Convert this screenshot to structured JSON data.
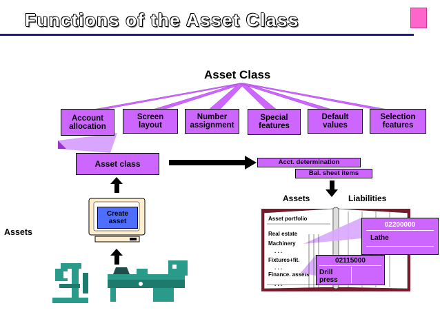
{
  "title": "Functions of the Asset Class",
  "asset_class_label": "Asset Class",
  "functions": [
    {
      "line1": "Account",
      "line2": "allocation"
    },
    {
      "line1": "Screen",
      "line2": "layout"
    },
    {
      "line1": "Number",
      "line2": "assignment"
    },
    {
      "line1": "Special",
      "line2": "features"
    },
    {
      "line1": "Default",
      "line2": "values"
    },
    {
      "line1": "Selection",
      "line2": "features"
    }
  ],
  "asset_class_box": "Asset class",
  "acct_determination": "Acct. determination",
  "bal_sheet_items": "Bal. sheet items",
  "create_asset": {
    "line1": "Create",
    "line2": "asset"
  },
  "assets_side_label": "Assets",
  "book": {
    "assets_header": "Assets",
    "liabilities_header": "Liabilities",
    "items": [
      "Asset portfolio",
      "Real estate",
      "Machinery",
      ". . .",
      "Fixtures+fit.",
      ". . .",
      "Finance. assets",
      ". . ."
    ]
  },
  "card_lathe": {
    "number": "02200000",
    "name": "Lathe"
  },
  "card_drill": {
    "number": "02115000",
    "line1": "Drill",
    "line2": "press"
  },
  "colors": {
    "accent": "#cc66ff",
    "title_rule": "#1a1a8c",
    "book_cover": "#7a1a2a"
  }
}
